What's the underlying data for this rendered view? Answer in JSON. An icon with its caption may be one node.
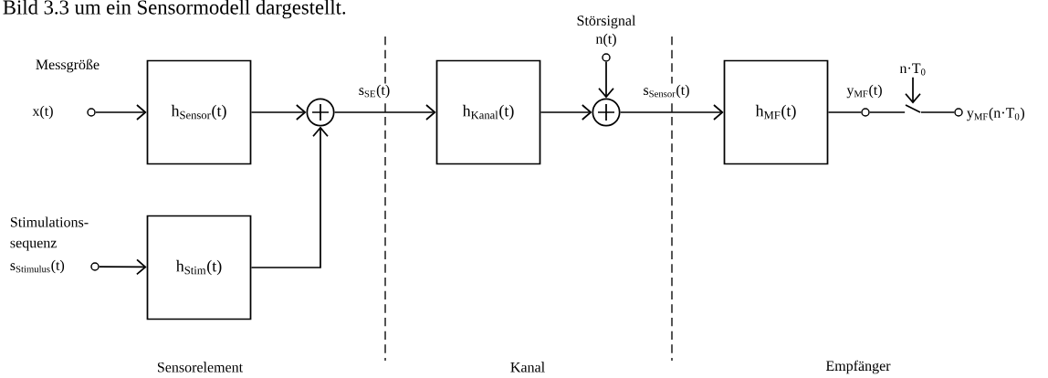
{
  "diagram": {
    "nodes": [
      {
        "text": [],
        "shape": "circle",
        "beside": [
          "x(t)"
        ]
      },
      {
        "text": [
          "h$_{Sensor}$(t)"
        ]
      },
      {
        "text": [],
        "shape": "circle"
      },
      {
        "text": [],
        "shape": "circle",
        "beside": [
          "s$_{Stimulus}$(t)"
        ]
      },
      {
        "text": [
          "h$_{Stim}$(t)"
        ]
      },
      {
        "text": [
          "h$_{Kanal}$(t)"
        ]
      },
      {
        "text": [],
        "shape": "circle",
        "beside": [
          "n(t)"
        ]
      },
      {
        "text": [],
        "shape": "circle"
      },
      {
        "text": [
          "h$_{MF}$(t)"
        ]
      },
      {
        "text": [],
        "shape": "circle",
        "beside": [
          "y$_{MF}$(t)"
        ]
      },
      {
        "text": [],
        "shape": "switch"
      },
      {
        "text": [],
        "shape": "circle",
        "beside": [
          "y$_{MF}$(n·T$_{0}$)"
        ]
      },
      {
        "text": [
          "n·T$_{0}$"
        ]
      }
    ],
    "edges": [
      {
        "from": 0,
        "to": 1,
        "arrow": "to"
      },
      {
        "from": 1,
        "to": 2,
        "arrow": "to"
      },
      {
        "from": 3,
        "to": 4,
        "arrow": "to"
      },
      {
        "from": 4,
        "to": 2,
        "arrow": "to"
      },
      {
        "from": 2,
        "to": 5,
        "arrow": "to",
        "label": "s$_{SE}$(t)"
      },
      {
        "from": 5,
        "to": 7,
        "arrow": "to"
      },
      {
        "from": 6,
        "to": 7,
        "arrow": "to"
      },
      {
        "from": 7,
        "to": 8,
        "arrow": "to",
        "label": "s$_{Sensor}$(t)"
      },
      {
        "from": 8,
        "to": 9,
        "arrow": "none"
      },
      {
        "from": 9,
        "to": 10,
        "arrow": "none"
      },
      {
        "from": 10,
        "to": 11,
        "arrow": "none"
      },
      {
        "from": 12,
        "to": 10,
        "arrow": "to"
      }
    ],
    "labels": [
      "Bild 3.3 um ein Sensormodell dargestellt.",
      "Störsignal",
      "Messgröße",
      "Stimulations- sequenz",
      "Sensorelement",
      "Kanal",
      "Empfänger"
    ]
  }
}
